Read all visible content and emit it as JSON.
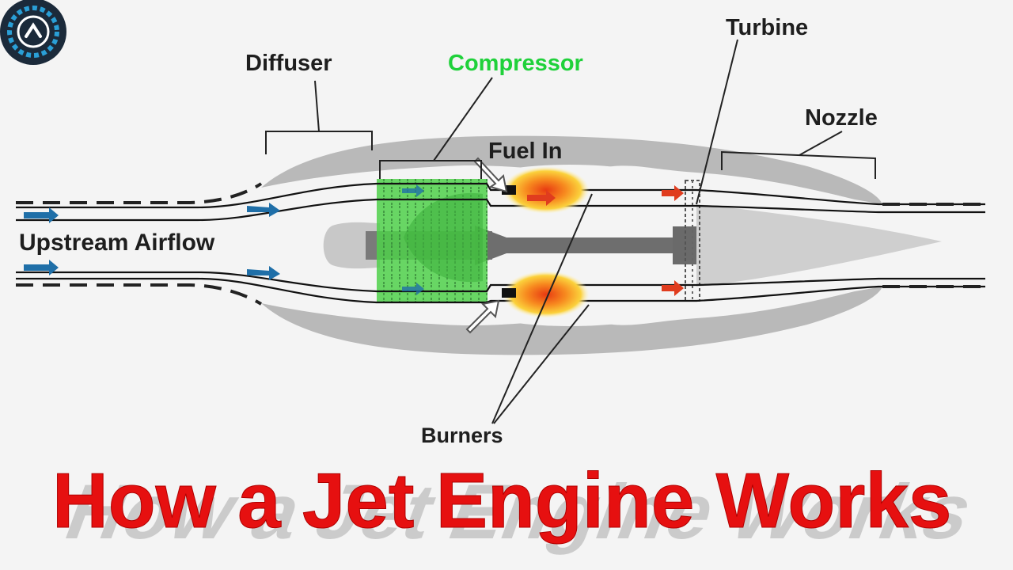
{
  "labels": {
    "diffuser": "Diffuser",
    "compressor": "Compressor",
    "fuel_in": "Fuel In",
    "turbine": "Turbine",
    "nozzle": "Nozzle",
    "upstream_airflow": "Upstream Airflow",
    "burners": "Burners"
  },
  "title": "How a Jet Engine Works",
  "colors": {
    "label": "#1e1e1e",
    "compressor": "#1fd13a",
    "title": "#e61010",
    "airflow_arrow": "#1f6fa8",
    "exhaust_arrow": "#e03c1e",
    "engine_body": "#b4b4b4",
    "logo_ring": "#2a9fd6"
  },
  "icons": {
    "logo": "gear-wrench-logo-icon"
  }
}
